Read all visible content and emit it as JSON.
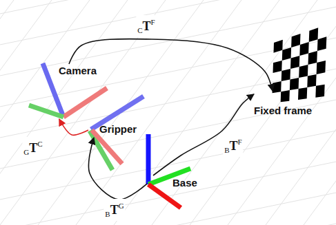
{
  "diagram": {
    "nodes": [
      {
        "text": [
          "Camera"
        ]
      },
      {
        "text": [
          "Fixed frame"
        ]
      },
      {
        "text": [
          "Gripper"
        ]
      },
      {
        "text": [
          "Base"
        ]
      }
    ],
    "edges": [
      {
        "from": 0,
        "to": 1,
        "arrow": "to",
        "label": "CTF"
      },
      {
        "from": 2,
        "to": 0,
        "arrow": "to",
        "label": "GTC"
      },
      {
        "from": 3,
        "to": 2,
        "arrow": "to",
        "label": "BTG"
      },
      {
        "from": 3,
        "to": 1,
        "arrow": "to",
        "label": "BTF"
      }
    ]
  }
}
